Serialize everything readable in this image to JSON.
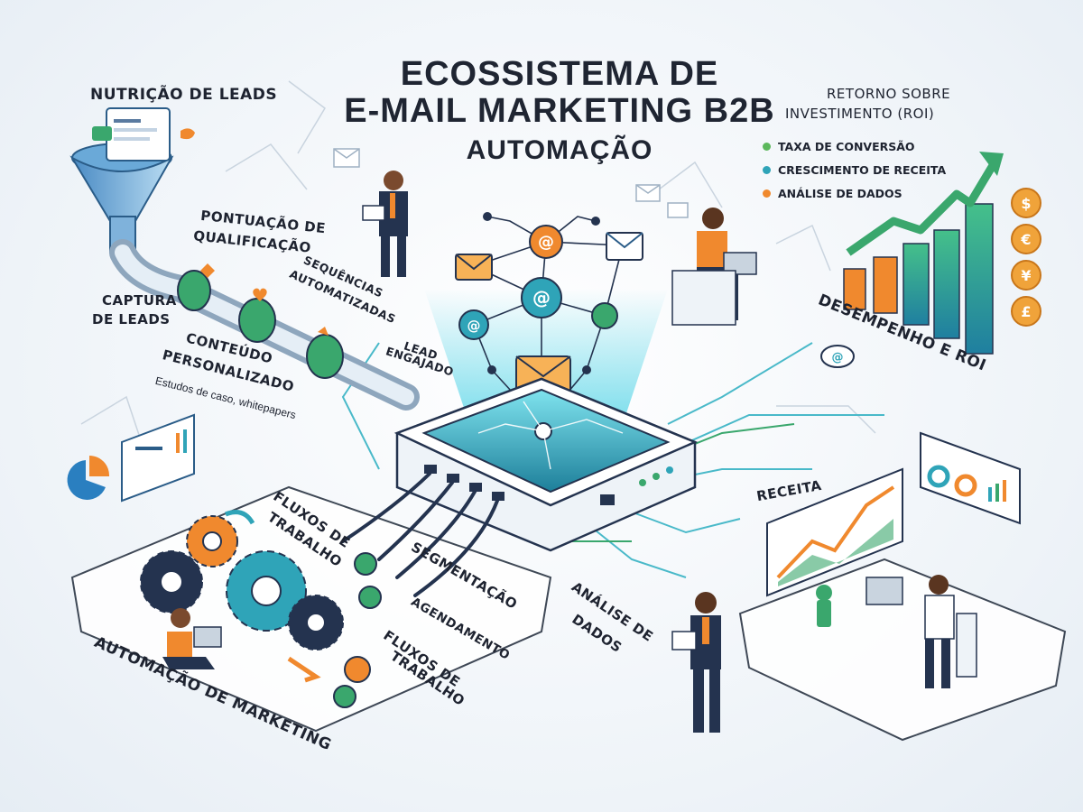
{
  "title": {
    "line1": "ECOSSISTEMA DE",
    "line2": "E-MAIL MARKETING B2B",
    "line3": "AUTOMAÇÃO"
  },
  "labels": {
    "nutricao": "NUTRIÇÃO DE LEADS",
    "pontuacao_1": "PONTUAÇÃO DE",
    "pontuacao_2": "QUALIFICAÇÃO",
    "captura_1": "CAPTURA",
    "captura_2": "DE LEADS",
    "sequencias_1": "SEQUÊNCIAS",
    "sequencias_2": "AUTOMATIZADAS",
    "lead_1": "LEAD",
    "lead_2": "ENGAJADO",
    "conteudo_1": "CONTEÚDO",
    "conteudo_2": "PERSONALIZADO",
    "conteudo_note": "Estudos de caso, whitepapers",
    "fluxos_a_1": "FLUXOS DE",
    "fluxos_a_2": "TRABALHO",
    "segmentacao": "SEGMENTAÇÃO",
    "agendamento": "AGENDAMENTO",
    "fluxos_b_1": "FLUXOS DE",
    "fluxos_b_2": "TRABALHO",
    "automacao_mkt": "AUTOMAÇÃO DE MARKETING",
    "analise_1": "ANÁLISE DE",
    "analise_2": "DADOS",
    "receita": "RECEITA",
    "desempenho": "DESEMPENHO E ROI",
    "roi_1": "RETORNO SOBRE",
    "roi_2": "INVESTIMENTO (ROI)"
  },
  "roi_legend": [
    {
      "text": "TAXA DE CONVERSÃO",
      "color": "#5cb85c"
    },
    {
      "text": "CRESCIMENTO DE RECEITA",
      "color": "#2fa4b8"
    },
    {
      "text": "ANÁLISE DE DADOS",
      "color": "#f0892e"
    }
  ],
  "currency_symbols": [
    "$",
    "€",
    "¥",
    "£"
  ],
  "colors": {
    "teal": "#2fa4b8",
    "green": "#3aa76d",
    "orange": "#f0892e",
    "navy": "#24334f"
  }
}
